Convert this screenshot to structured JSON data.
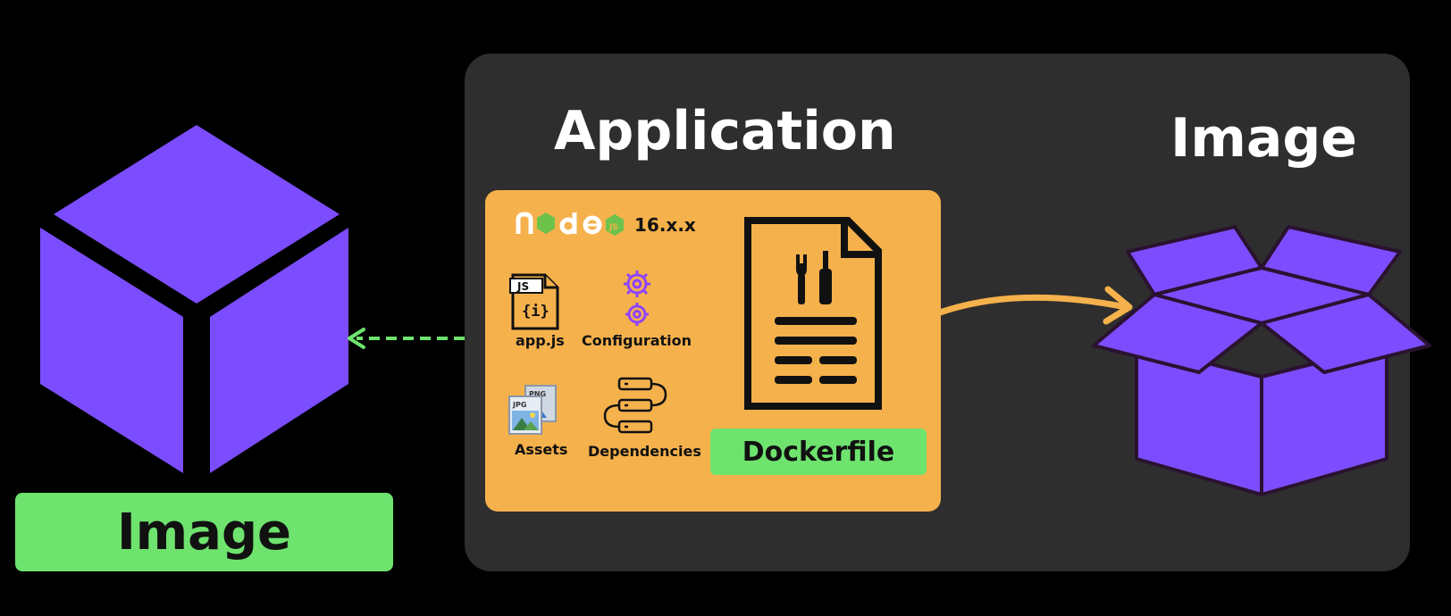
{
  "left": {
    "badge_label": "Image"
  },
  "panel": {
    "application_title": "Application",
    "image_title": "Image",
    "card": {
      "node_version": "16.x.x",
      "items": {
        "appjs": "app.js",
        "configuration": "Configuration",
        "assets": "Assets",
        "dependencies": "Dependencies"
      },
      "file_badges": {
        "js": "JS",
        "png": "PNG",
        "jpg": "JPG"
      },
      "dockerfile_label": "Dockerfile"
    }
  },
  "colors": {
    "background": "#000000",
    "panel": "#2e2e2e",
    "card": "#f5b14c",
    "green": "#6ee36e",
    "purple": "#7c4dff",
    "arrow_orange": "#f5b14c",
    "arrow_green": "#6ee36e"
  }
}
